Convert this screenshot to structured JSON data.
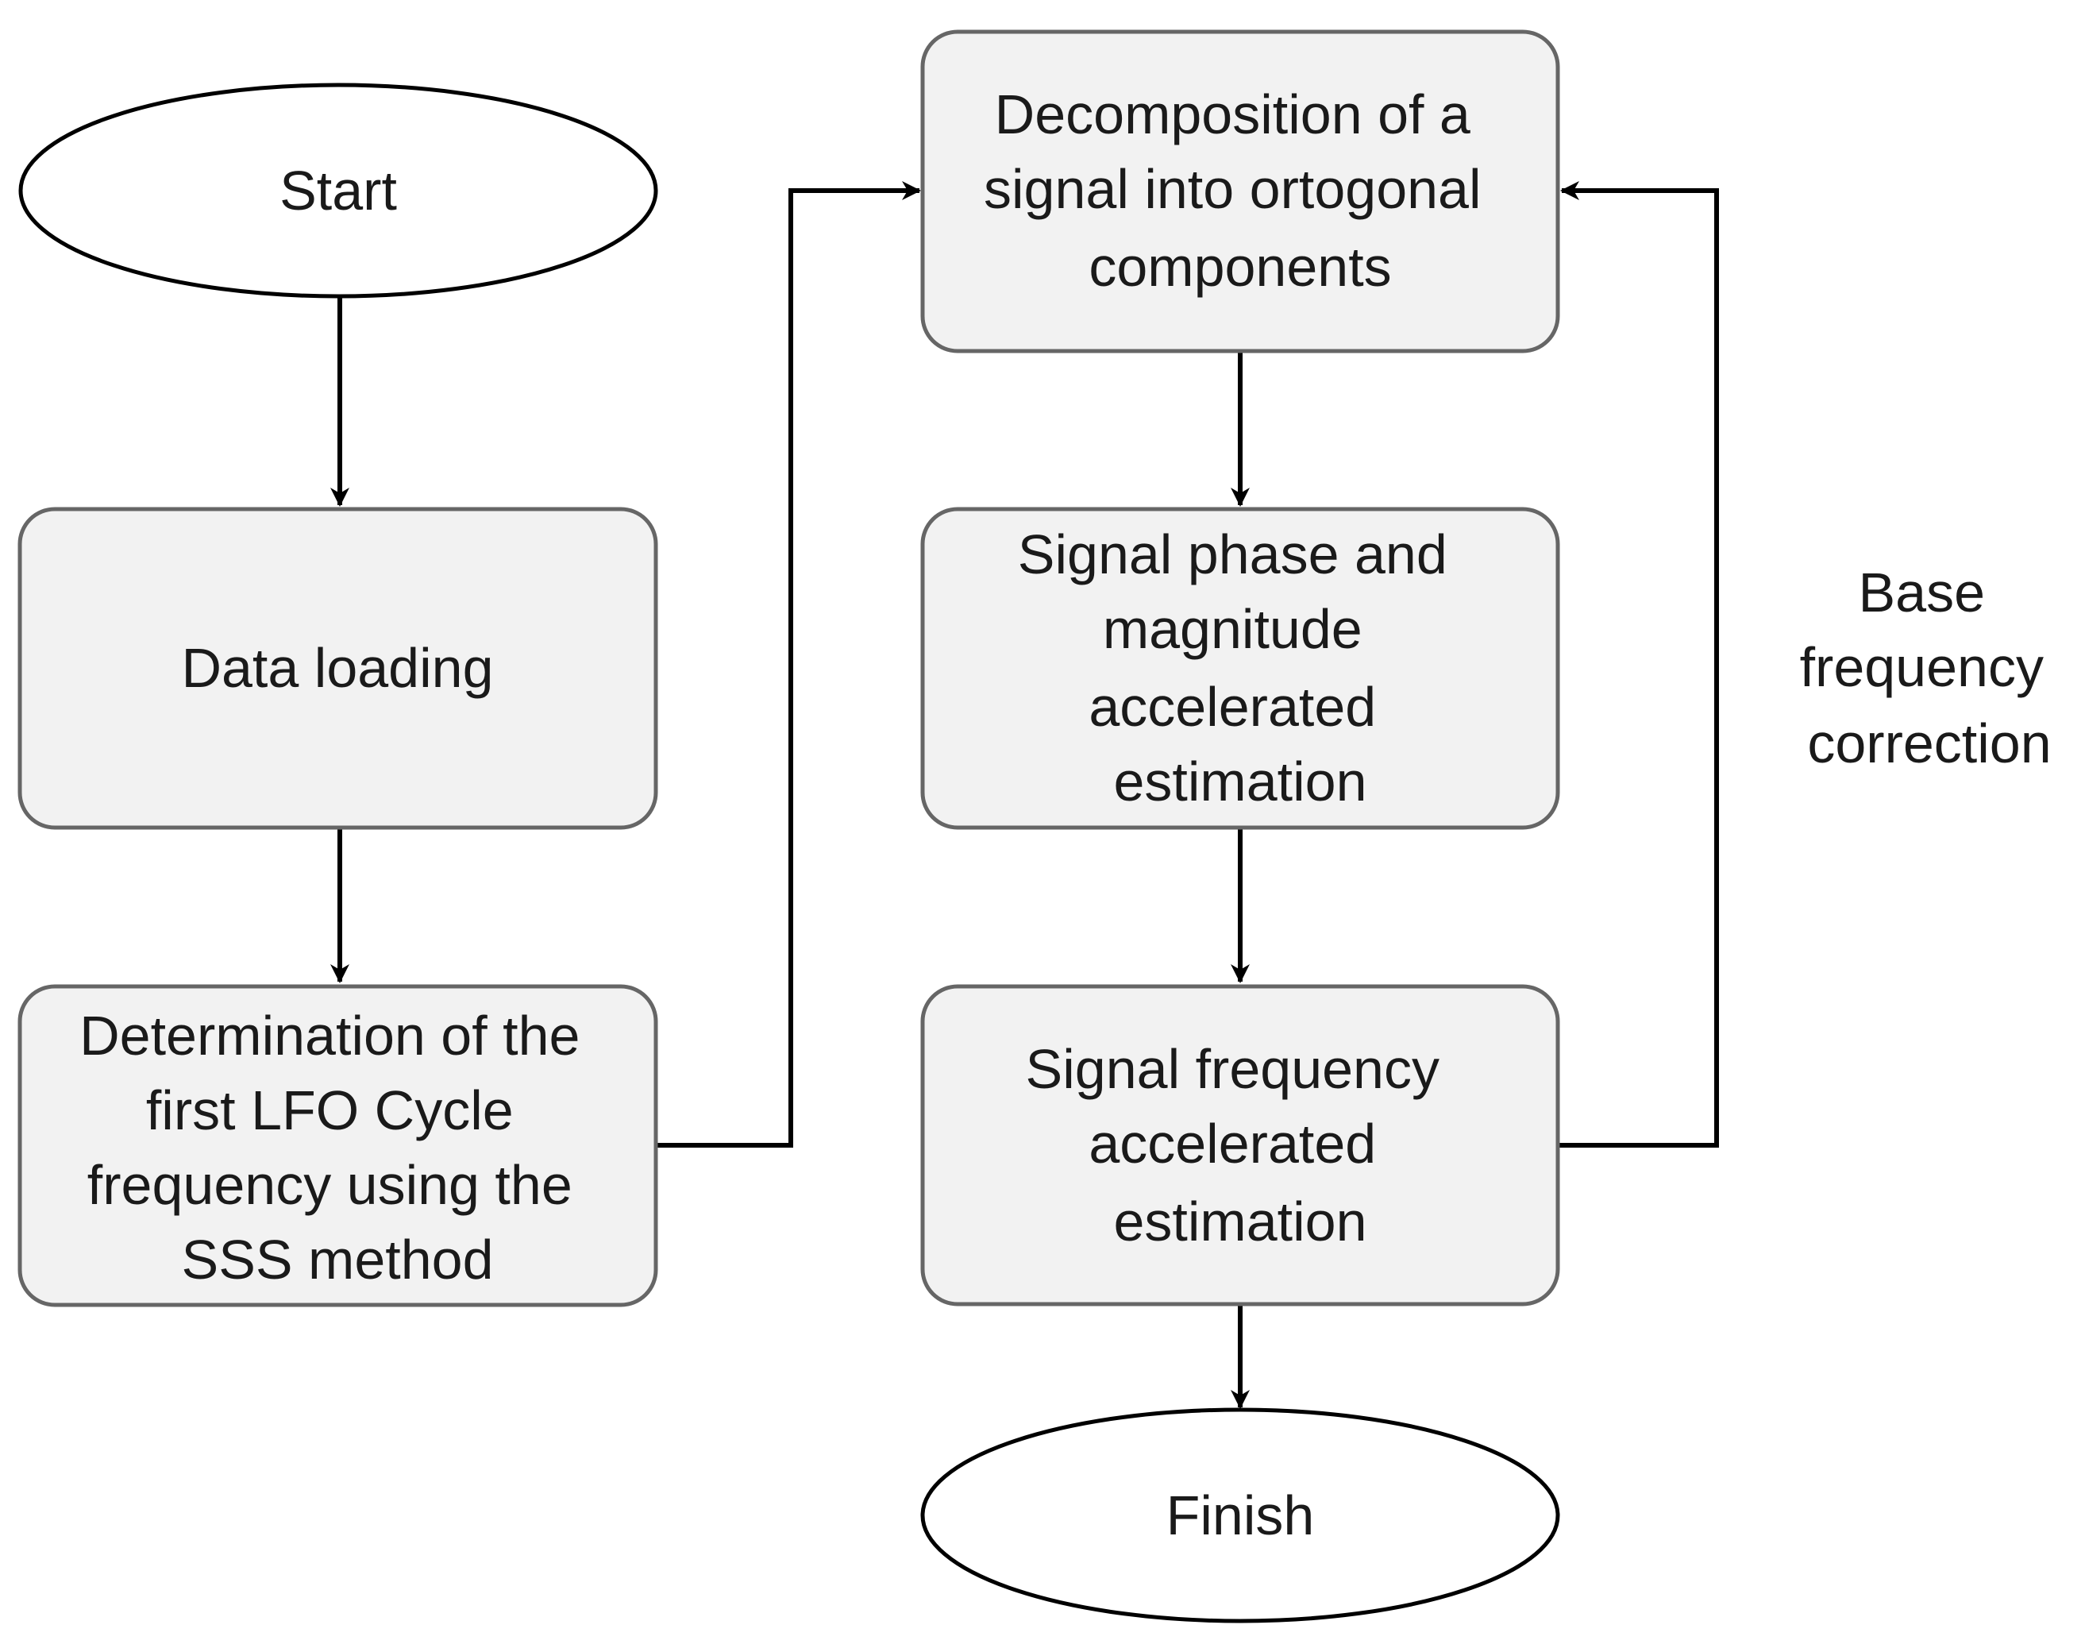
{
  "nodes": {
    "start": "Start",
    "data_loading": "Data loading",
    "determination": [
      "Determination of the",
      "first LFO Cycle",
      "frequency using the",
      "SSS method"
    ],
    "decomposition": [
      "Decomposition of a",
      "signal into ortogonal",
      "components"
    ],
    "phase_magnitude": [
      "Signal phase and",
      "magnitude",
      "accelerated",
      "estimation"
    ],
    "frequency_estimation": [
      "Signal frequency",
      "accelerated",
      "estimation"
    ],
    "finish": "Finish"
  },
  "edge_labels": {
    "base_frequency_correction": [
      "Base",
      "frequency",
      "correction"
    ]
  },
  "colors": {
    "box_fill": "#f2f2f2",
    "box_stroke": "#666666",
    "line": "#000000",
    "terminal_fill": "#ffffff"
  }
}
